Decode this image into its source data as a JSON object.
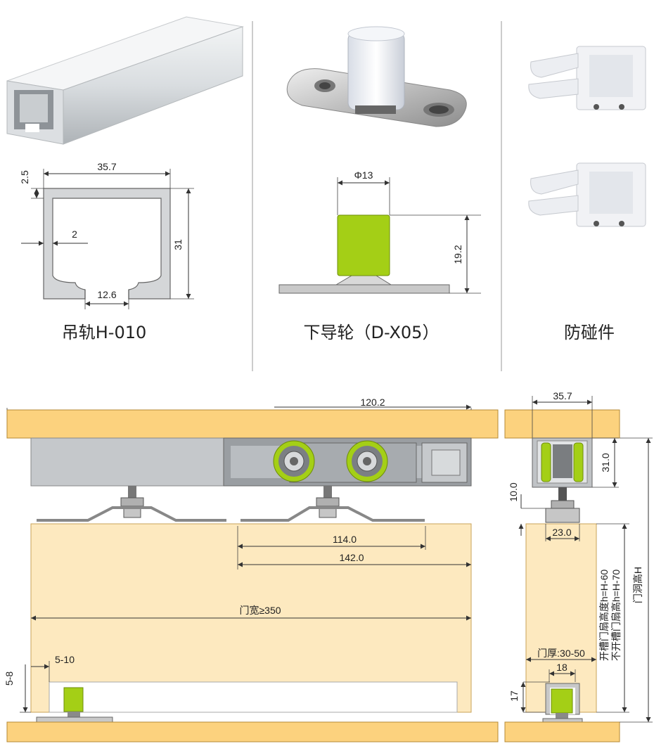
{
  "products": {
    "rail": {
      "caption": "吊轨H-010",
      "dims": {
        "width": "35.7",
        "wall": "2.5",
        "thickness": "2",
        "height": "31",
        "opening": "12.6"
      }
    },
    "guide": {
      "caption": "下导轮（D-X05）",
      "dims": {
        "diameter": "Φ13",
        "height": "19.2"
      }
    },
    "stopper": {
      "caption": "防碰件"
    }
  },
  "assembly": {
    "front": {
      "rail_length": "120.2",
      "dim_114": "114.0",
      "dim_142": "142.0",
      "door_width": "门宽≥350",
      "gap_label": "5-10",
      "bottom_gap": "5-8"
    },
    "side": {
      "rail_width": "35.7",
      "rail_height": "31.0",
      "clearance": "10.0",
      "roller_width": "23.0",
      "door_thickness": "门厚:30-50",
      "groove_width": "18",
      "groove_depth": "17",
      "note_slot": "开槽门扇高度h=H-60",
      "note_noslot": "不开槽门扇高h=H-70",
      "opening_height": "门洞高H"
    }
  },
  "colors": {
    "wood": "#fde9bf",
    "beam": "#fcd27e",
    "accent": "#a4cf16",
    "metal": "#bfc3c6"
  }
}
